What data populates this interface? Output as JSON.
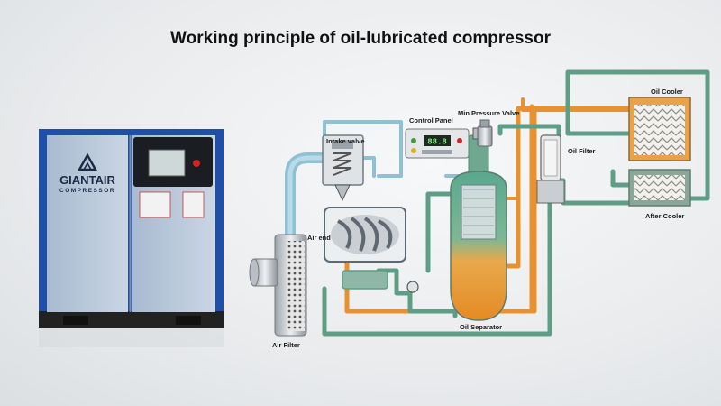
{
  "title": "Working principle of oil-lubricated compressor",
  "machine": {
    "brand": "GIANTAIR",
    "subbrand": "COMPRESSOR"
  },
  "panel_display": "88.8",
  "labels": {
    "intake_valve": "Intake valve",
    "control_panel": "Control Panel",
    "min_pressure_valve": "Min Pressure Valve",
    "oil_cooler": "Oil Cooler",
    "oil_filter": "Oil Filter",
    "after_cooler": "After Cooler",
    "air_end": "Air end",
    "air_filter": "Air Filter",
    "oil_separator": "Oil Separator"
  },
  "colors": {
    "air_pipe": "#8fc1d4",
    "oil_pipe": "#e8922f",
    "mix_pipe": "#5f9e86",
    "cabinet_blue": "#1f4fa8",
    "panel_light": "#b9c9dc"
  }
}
